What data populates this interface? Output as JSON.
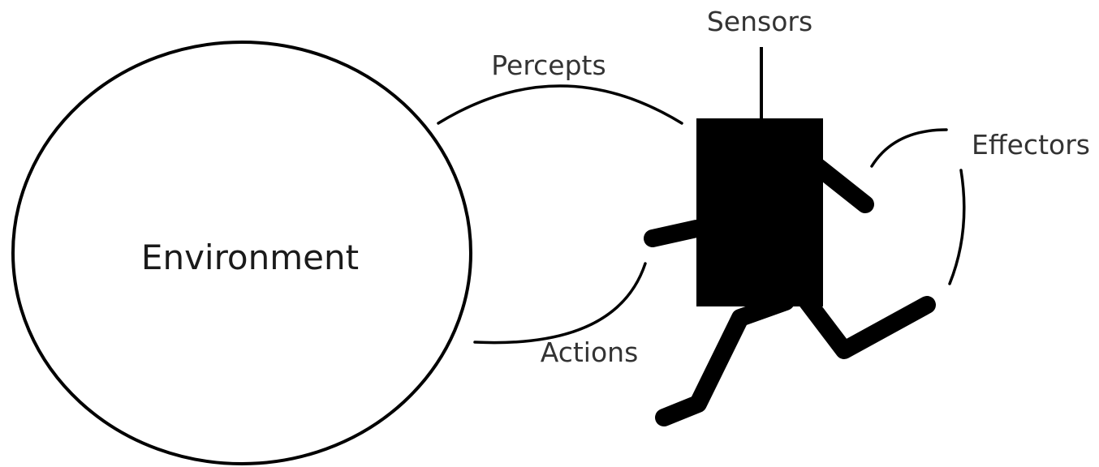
{
  "labels": {
    "environment": "Environment",
    "percepts": "Percepts",
    "actions": "Actions",
    "sensors": "Sensors",
    "effectors": "Effectors"
  },
  "colors": {
    "background": "#ffffff",
    "stroke": "#000000",
    "text": "#333333"
  }
}
